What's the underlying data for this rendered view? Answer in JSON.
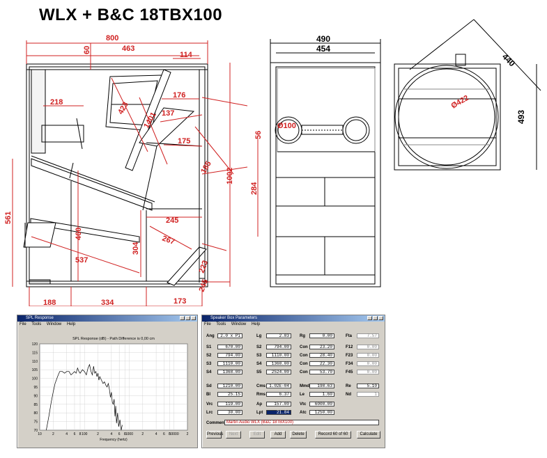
{
  "title": "WLX + B&C 18TBX100",
  "side_view": {
    "dims": [
      "800",
      "463",
      "114",
      "60",
      "218",
      "176",
      "137",
      "423",
      "1401",
      "175",
      "185",
      "56",
      "1002",
      "284",
      "561",
      "460",
      "537",
      "304",
      "245",
      "267",
      "223",
      "245",
      "188",
      "334",
      "173"
    ]
  },
  "front_view": {
    "dims": [
      "490",
      "454",
      "Ø100"
    ]
  },
  "rear_view": {
    "dims": [
      "440",
      "493",
      "Ø422"
    ]
  },
  "spl_window": {
    "window_title": "SPL Response",
    "menu": [
      "File",
      "Tools",
      "Window",
      "Help"
    ],
    "chart_data": {
      "type": "line",
      "title": "SPL Response (dB) - Path Difference is 0,00 cm",
      "xlabel": "Frequency (hertz)",
      "ylabel": "",
      "x_scale": "log",
      "xlim": [
        10,
        20000
      ],
      "ylim": [
        70,
        120
      ],
      "y_ticks": [
        "120",
        "115",
        "110",
        "105",
        "100",
        "95",
        "90",
        "85",
        "80",
        "75",
        "70"
      ],
      "x_ticks": [
        "10",
        "2",
        "4",
        "6",
        "8",
        "100",
        "2",
        "4",
        "6",
        "8",
        "1000",
        "2",
        "4",
        "6",
        "8",
        "10000",
        "2"
      ],
      "grid": true,
      "series": [
        {
          "values_x": [
            14,
            16,
            18,
            20,
            22,
            25,
            28,
            32,
            36,
            40,
            45,
            50,
            55,
            60,
            65,
            70,
            75,
            80,
            90,
            100,
            110,
            120,
            130,
            140,
            150,
            160,
            170,
            180,
            190,
            200,
            210,
            220,
            240,
            260,
            280,
            300,
            320,
            340,
            360,
            380,
            400,
            420,
            440,
            460,
            480,
            500,
            520,
            550,
            580,
            620,
            660,
            700
          ],
          "values_y": [
            70,
            78,
            86,
            92,
            97,
            101,
            104,
            104,
            103,
            104,
            104,
            102,
            103,
            104,
            103,
            106,
            104,
            103,
            105,
            104,
            102,
            106,
            108,
            104,
            102,
            107,
            103,
            104,
            101,
            103,
            99,
            101,
            99,
            97,
            98,
            96,
            95,
            97,
            94,
            89,
            92,
            86,
            85,
            88,
            78,
            84,
            74,
            80,
            72,
            76,
            70,
            73
          ]
        }
      ]
    }
  },
  "params_window": {
    "window_title": "Speaker Box Parameters",
    "menu": [
      "File",
      "Tools",
      "Window",
      "Help"
    ],
    "fields": [
      {
        "label": "Ang",
        "value": "2.0 x Pi"
      },
      {
        "label": "Lg",
        "value": "2.83"
      },
      {
        "label": "Rg",
        "value": "0.00"
      },
      {
        "label": "Fta",
        "value": "7.57"
      },
      {
        "label": "S1",
        "value": "670.00"
      },
      {
        "label": "S2",
        "value": "794.00"
      },
      {
        "label": "Con",
        "value": "23.20"
      },
      {
        "label": "F12",
        "value": "0.00"
      },
      {
        "label": "S2",
        "value": "794.00"
      },
      {
        "label": "S3",
        "value": "1110.00"
      },
      {
        "label": "Con",
        "value": "28.40"
      },
      {
        "label": "F23",
        "value": "0.00"
      },
      {
        "label": "S3",
        "value": "1110.00"
      },
      {
        "label": "S4",
        "value": "1368.00"
      },
      {
        "label": "Con",
        "value": "22.30"
      },
      {
        "label": "F34",
        "value": "0.00"
      },
      {
        "label": "S4",
        "value": "1368.00"
      },
      {
        "label": "S5",
        "value": "2524.00"
      },
      {
        "label": "Con",
        "value": "53.70"
      },
      {
        "label": "F45",
        "value": "0.00"
      },
      {
        "label": "Sd",
        "value": "1210.00"
      },
      {
        "label": "Cms",
        "value": "1.02E-04"
      },
      {
        "label": "Mmd",
        "value": "198.63"
      },
      {
        "label": "Re",
        "value": "5.10"
      },
      {
        "label": "Bl",
        "value": "25.15"
      },
      {
        "label": "Rms",
        "value": "6.37"
      },
      {
        "label": "Le",
        "value": "1.60"
      },
      {
        "label": "Nd",
        "value": "1"
      },
      {
        "label": "Vrc",
        "value": "119.00"
      },
      {
        "label": "Ap",
        "value": "157.00"
      },
      {
        "label": "Vtc",
        "value": "6000.00"
      },
      {
        "label": "Lrc",
        "value": "30.00"
      },
      {
        "label": "Lpt",
        "value": "21.84"
      },
      {
        "label": "Atc",
        "value": "1250.00"
      }
    ],
    "comment_label": "Comment",
    "comment_value": "Martin Audio WLX (B&C 18TBX100)",
    "buttons": {
      "previous": "Previous",
      "next": "Next",
      "edit": "Edit",
      "add": "Add",
      "delete": "Delete",
      "record": "Record 60 of 60",
      "calculate": "Calculate"
    }
  }
}
